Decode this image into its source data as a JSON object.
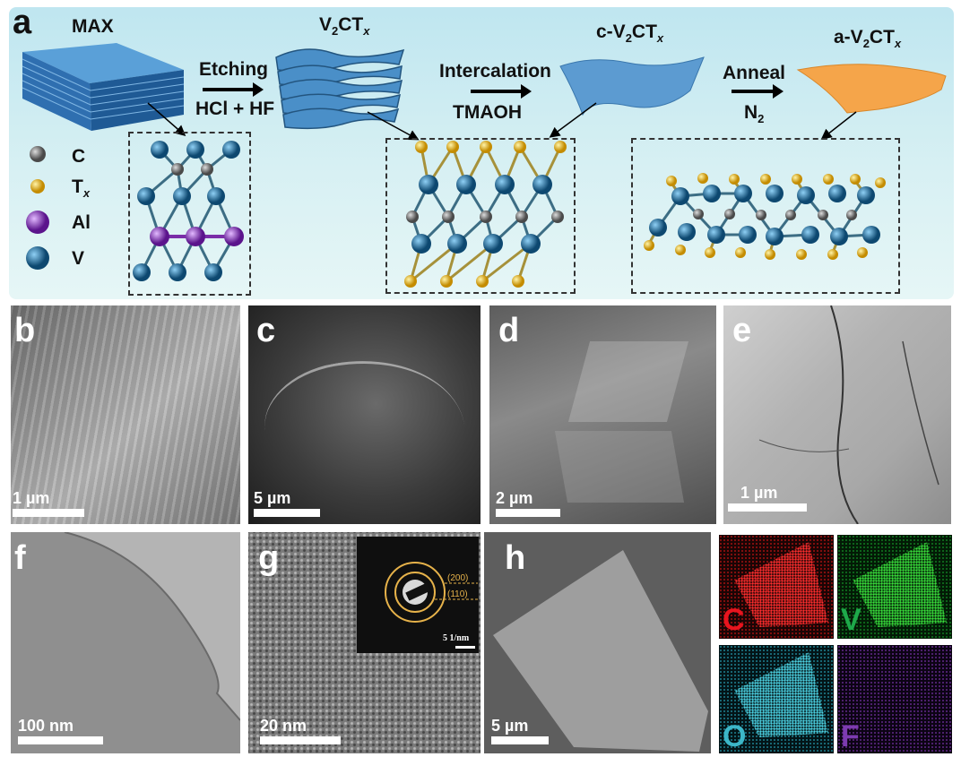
{
  "panel_a": {
    "label": "a",
    "stages": {
      "max": "MAX",
      "v2ct_prefix": "V",
      "v2ct_sub": "2",
      "v2ct_mid": "CT",
      "v2ct_x": "x",
      "c_prefix": "c-V",
      "c_sub": "2",
      "c_mid": "CT",
      "c_x": "x",
      "a_prefix": "a-V",
      "a_sub": "2",
      "a_mid": "CT",
      "a_x": "x"
    },
    "steps": {
      "etching": "Etching",
      "etching_reagent": "HCl + HF",
      "intercalation": "Intercalation",
      "intercalation_reagent": "TMAOH",
      "anneal": "Anneal",
      "anneal_gas_prefix": "N",
      "anneal_gas_sub": "2"
    },
    "legend": {
      "c": "C",
      "t": "T",
      "t_sub": "x",
      "al": "Al",
      "v": "V"
    },
    "colors": {
      "c": "#6b6b6b",
      "t": "#e0b21a",
      "al": "#7a2da8",
      "v": "#1c6d9c",
      "orange": "#f5a54a"
    }
  },
  "panels": {
    "b": {
      "label": "b",
      "scale": "1 µm"
    },
    "c": {
      "label": "c",
      "scale": "5 µm"
    },
    "d": {
      "label": "d",
      "scale": "2 µm"
    },
    "e": {
      "label": "e",
      "scale": "1 µm"
    },
    "f": {
      "label": "f",
      "scale": "100 nm"
    },
    "g": {
      "label": "g",
      "scale": "20 nm",
      "saed_ring_outer": "(200)",
      "saed_ring_inner": "(110)",
      "saed_scale": "5 1/nm"
    },
    "h": {
      "label": "h",
      "scale": "5 µm"
    }
  },
  "maps": {
    "c": {
      "letter": "C",
      "color": "#e8141e"
    },
    "v": {
      "letter": "V",
      "color": "#1ea84a"
    },
    "o": {
      "letter": "O",
      "color": "#3cb7c8"
    },
    "f": {
      "letter": "F",
      "color": "#7d3bb0"
    }
  }
}
